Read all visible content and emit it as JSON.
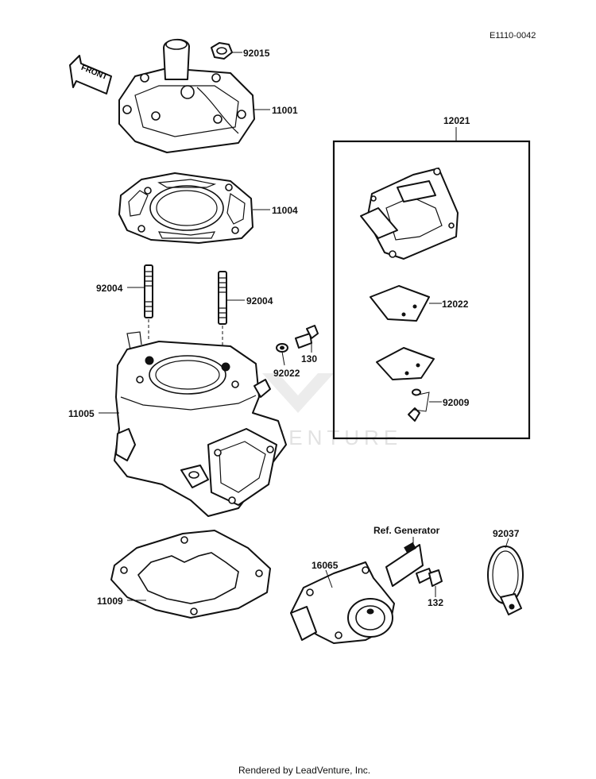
{
  "diagram_code": "E1110-0042",
  "front_arrow_label": "FRONT",
  "labels": {
    "cylinder_head_nut": "92015",
    "cylinder_head": "11001",
    "head_gasket": "11004",
    "stud_left": "92004",
    "stud_right": "92004",
    "washer": "92022",
    "bolt": "130",
    "cylinder": "11005",
    "base_gasket": "11009",
    "reed_valve_assy": "12021",
    "reed_plate": "12022",
    "screw": "92009",
    "ref_generator": "Ref. Generator",
    "carb_holder": "16065",
    "holder_bolt": "132",
    "clamp": "92037"
  },
  "watermark": "LEADVENTURE",
  "footer": "Rendered by LeadVenture, Inc."
}
